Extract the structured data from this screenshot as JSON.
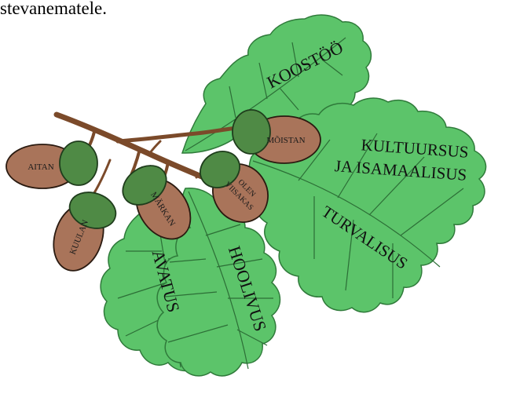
{
  "caption": "stevanematele.",
  "colors": {
    "leaf": "#5cc46a",
    "leaf_outline": "#2f7a3a",
    "leaf_vein": "#2c6e36",
    "branch": "#7b4a2a",
    "acorn_body": "#a9745a",
    "acorn_cap": "#4f8a45"
  },
  "leaf_labels": {
    "koostoo": "KOOSTÖÖ",
    "kultuursus": "KULTUURSUS",
    "isamaalisus": "JA ISAMAALISUS",
    "turvalisus": "TURVALISUS",
    "avatus": "AVATUS",
    "hoolivus": "HOOLIVUS"
  },
  "acorn_labels": {
    "aitan": "AITAN",
    "kuulan": "KUULAN",
    "markan": "MÄRKAN",
    "olen_line1": "OLEN",
    "olen_line2": "VIISAKAS",
    "moistan": "MÕISTAN"
  }
}
